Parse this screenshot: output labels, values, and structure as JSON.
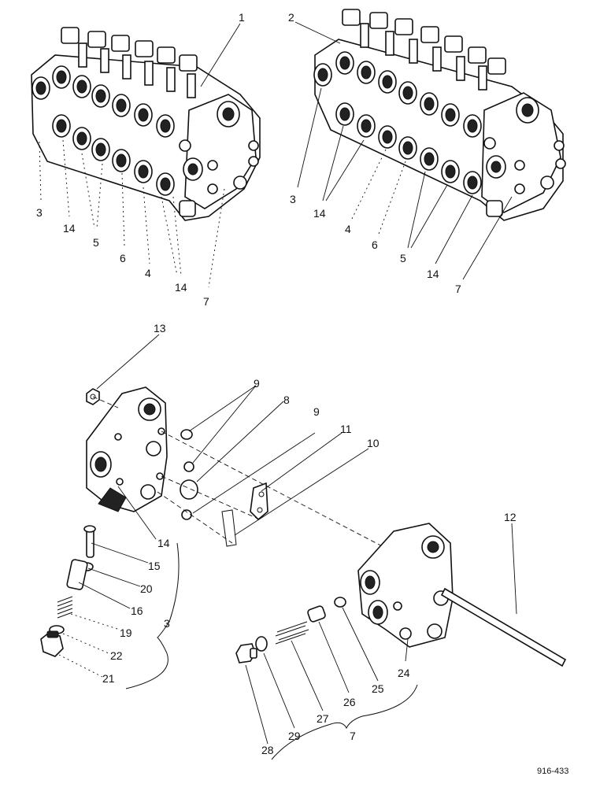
{
  "labels": {
    "l1": "1",
    "l2": "2",
    "l3a": "3",
    "l14a": "14",
    "l5a": "5",
    "l6a": "6",
    "l4a": "4",
    "l14b": "14",
    "l7a": "7",
    "l3b": "3",
    "l14c": "14",
    "l4b": "4",
    "l6b": "6",
    "l5b": "5",
    "l14d": "14",
    "l7b": "7",
    "l13": "13",
    "l9a": "9",
    "l8": "8",
    "l9b": "9",
    "l11": "11",
    "l10": "10",
    "l12": "12",
    "l14e": "14",
    "l15": "15",
    "l20": "20",
    "l16": "16",
    "l19": "19",
    "l22": "22",
    "l21": "21",
    "l3c": "3",
    "l24": "24",
    "l25": "25",
    "l26": "26",
    "l27": "27",
    "l28": "28",
    "l29": "29",
    "l7c": "7"
  },
  "reference": "916-433"
}
